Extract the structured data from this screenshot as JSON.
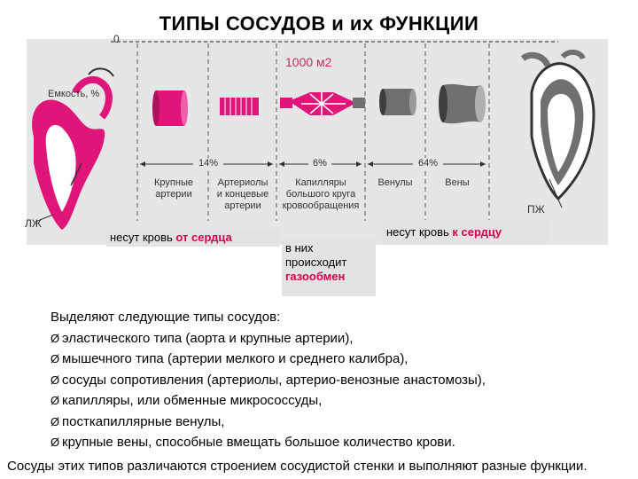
{
  "title": "ТИПЫ  СОСУДОВ и их ФУНКЦИИ",
  "figure": {
    "zero_tick": "0",
    "capacity_label": "Емкость, %",
    "area_label": "1000 м2",
    "percent_arterial": "14%",
    "percent_capillary": "6%",
    "percent_venous": "64%",
    "left_ventricle": "ЛЖ",
    "right_ventricle": "ПЖ",
    "columns": [
      "Крупные\nартерии",
      "Артериолы\nи концевые\nартерии",
      "Капилляры\nбольшого круга\nкровообращения",
      "Венулы",
      "Вены"
    ],
    "colors": {
      "vessel_pink": "#e0157a",
      "vessel_gray": "#707070"
    }
  },
  "boxes": {
    "from_heart_prefix": "несут кровь ",
    "from_heart_bold": "от сердца",
    "gas_line1": "в них",
    "gas_line2": "происходит",
    "gas_bold": "газообмен",
    "to_heart_prefix": "несут кровь ",
    "to_heart_bold": "к сердцу"
  },
  "list": {
    "heading": "Выделяют следующие типы сосудов:",
    "bullet": "Ø",
    "items": [
      "эластического типа (аорта и крупные артерии),",
      "мышечного типа (артерии мелкого и среднего калибра),",
      "сосуды сопротивления (артериолы, артерио-венозные анастомозы),",
      "капилляры, или обменные микрососсуды,",
      "посткапиллярные венулы,",
      "крупные вены, способные вмещать большое количество крови."
    ]
  },
  "footer": "Сосуды этих типов различаются строением сосудистой стенки и выполняют разные функции."
}
